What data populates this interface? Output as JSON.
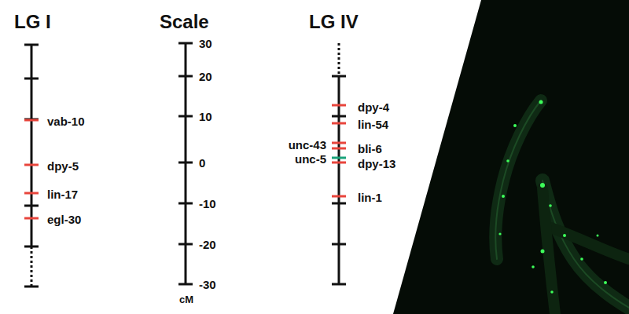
{
  "diagram": {
    "labels": [
      "LG I",
      "vab-10",
      "dpy-5",
      "lin-17",
      "egl-30",
      "Scale",
      "30",
      "20",
      "10",
      "0",
      "-10",
      "-20",
      "-30",
      "cM",
      "LG IV",
      "dpy-4",
      "lin-54",
      "unc-43",
      "bli-6",
      "unc-5",
      "dpy-13",
      "lin-1"
    ]
  }
}
